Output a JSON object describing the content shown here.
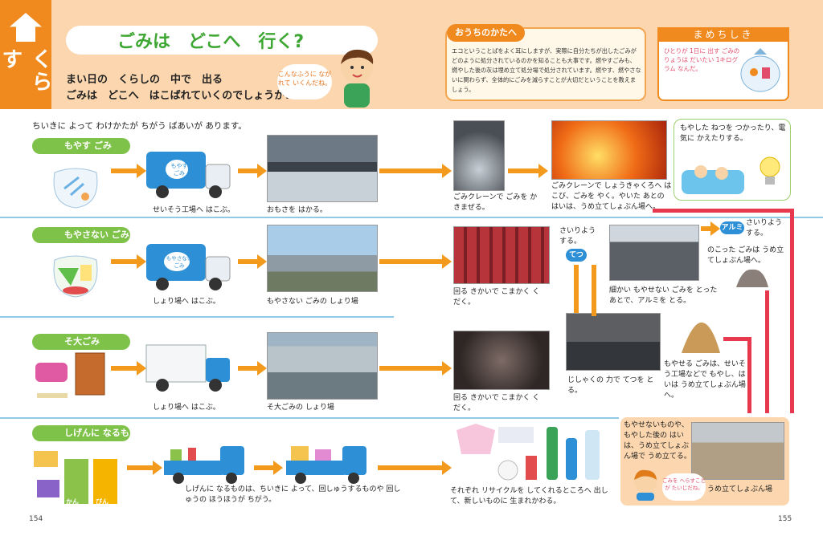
{
  "header": {
    "side_tab": "くらす",
    "title": "ごみは　どこへ　行く?",
    "intro_line1": "まい日の　くらしの　中で　出る",
    "intro_line2": "ごみは　どこへ　はこばれていくのでしょうか?",
    "bubble": "こんなふうに ながれて いくんだね。",
    "home": {
      "title": "おうちのかたへ",
      "text": "エコということばをよく耳にしますが、実際に自分たちが出したごみがどのように処分されているのかを知ることも大事です。燃やすごみも、燃やした後の灰は埋め立て処分場で処分されています。燃やす、燃やさないに関わらず、全体的にごみを減らすことが大切だということを教えましょう。"
    },
    "mame": {
      "title": "まめちしき",
      "text": "ひとりが 1日に 出す ごみの りょうは だいたい 1キログラム なんだ。"
    }
  },
  "intro": "ちいきに よって わけかたが ちがう ばあいが あります。",
  "rows": {
    "burn": {
      "label": "もやす ごみ",
      "truck_label": "もやす ごみ",
      "cap1": "せいそう工場へ はこぶ。",
      "cap2": "おもさを はかる。",
      "cap3": "ごみクレーンで ごみを かきまぜる。",
      "cap4": "ごみクレーンで しょうきゃくろへ はこび、ごみを やく。やいた あとの はいは、うめ立てしょぶん場へ。",
      "power": "もやした ねつを つかったり、電気に かえたりする。"
    },
    "nonburn": {
      "label": "もやさない ごみ",
      "truck_label": "もやさない ごみ",
      "cap1": "しょり場へ はこぶ。",
      "cap2": "もやさない ごみの しょり場",
      "cap3": "回る きかいで こまかく くだく。",
      "cap_sort": "さいりよう する。",
      "tag_iron": "てつ",
      "tag_alu": "アルミ",
      "cap_alu": "さいりよう する。",
      "cap_alu_sep": "細かい もやせない ごみを とったあとで、アルミを とる。",
      "cap_left": "のこった ごみは うめ立てしょぶん場へ。"
    },
    "bulky": {
      "label": "そ大ごみ",
      "cap1": "しょり場へ はこぶ。",
      "cap2": "そ大ごみの しょり場",
      "cap3": "回る きかいで こまかく くだく。",
      "cap_mag": "じしゃくの 力で てつを とる。",
      "cap_burn": "もやせる ごみは、せいそう工場などで もやし、はいは うめ立てしょぶん場へ。"
    },
    "resource": {
      "label": "しげんに なるもの",
      "cap1": "しげんに なるものは、ちいきに よって、回しゅうするものや 回しゅうの ほうほうが ちがう。",
      "cap2": "それぞれ リサイクルを してくれるところへ 出して、新しいものに 生まれかわる。",
      "bin1": "かん",
      "bin2": "びん"
    }
  },
  "final": {
    "text": "もやせないものや、もやした後の はいは、うめ立てしょぶん場で うめ立てる。",
    "bubble": "ごみを へらすことが たいじだね。",
    "cap": "うめ立てしょぶん場"
  },
  "pages": {
    "left": "154",
    "right": "155"
  },
  "colors": {
    "orange": "#f08a1f",
    "green": "#7fc24a",
    "red": "#e7394d",
    "blue": "#2d8fd5"
  }
}
